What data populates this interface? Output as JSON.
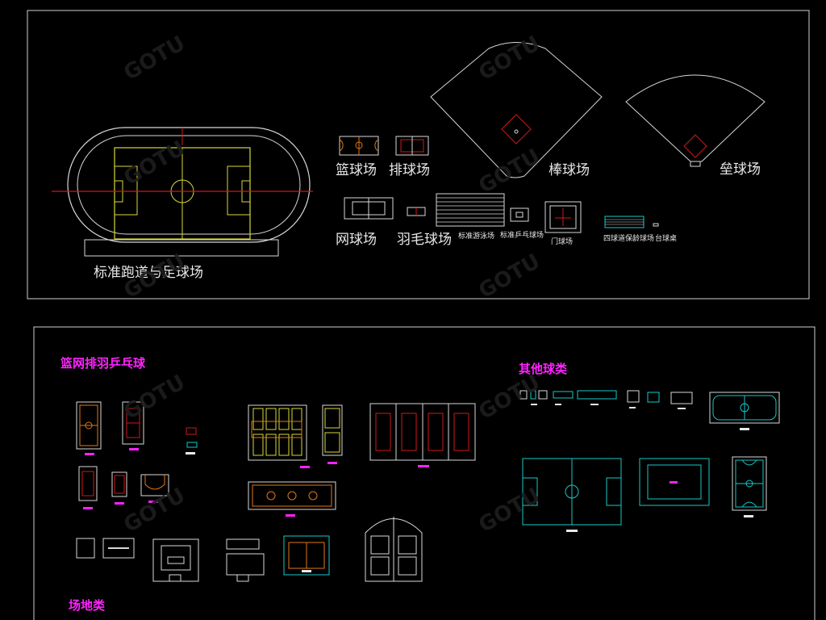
{
  "top_panel": {
    "labels": {
      "track": "标准跑道与足球场",
      "basketball": "篮球场",
      "volleyball": "排球场",
      "baseball": "棒球场",
      "softball": "垒球场",
      "tennis": "网球场",
      "badminton": "羽毛球场",
      "swimming": "标准游泳场",
      "pingpong": "标准乒乓球场",
      "goal": "门球场",
      "bowling": "四球道保龄球场",
      "billiards": "台球桌"
    }
  },
  "bottom_panel": {
    "headings": {
      "ball_courts": "篮网排羽乒乓球",
      "other_balls": "其他球类",
      "venues": "场地类"
    }
  },
  "colors": {
    "frame": "#d0d0d0",
    "field": "#d8d838",
    "centerline": "#d01818",
    "magenta": "#ff22ff",
    "cyan": "#18c8c8",
    "orange": "#e07818"
  }
}
